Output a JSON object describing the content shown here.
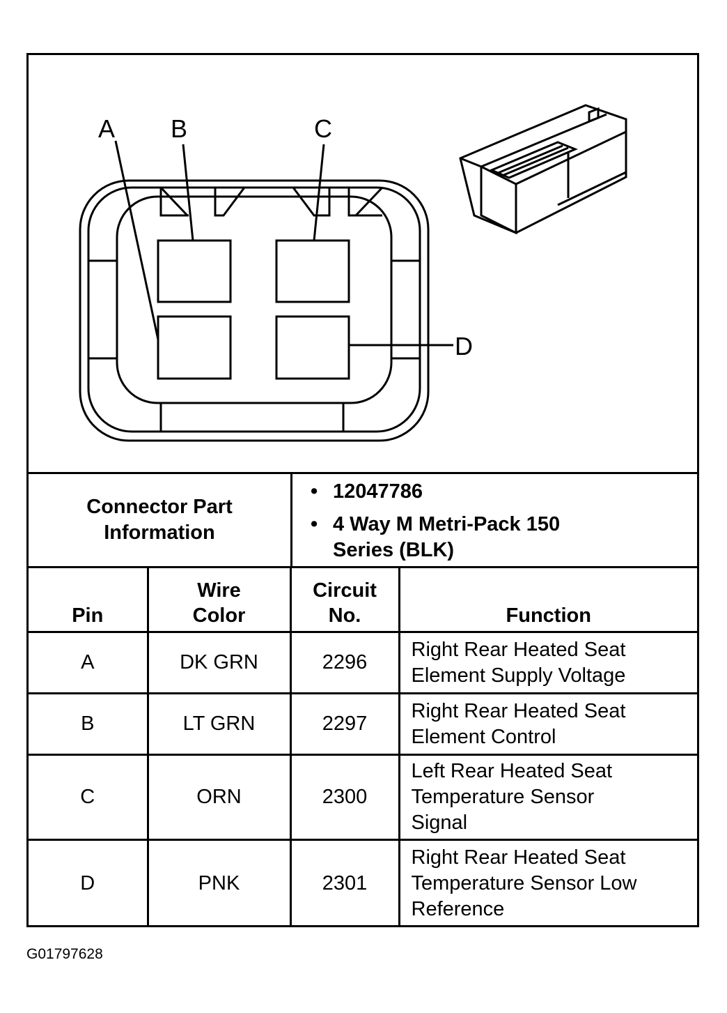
{
  "diagram": {
    "pin_letters": [
      "A",
      "B",
      "C",
      "D"
    ]
  },
  "connector_info": {
    "label": "Connector Part Information",
    "items": [
      "12047786",
      "4 Way M Metri-Pack 150 Series (BLK)"
    ]
  },
  "pin_table": {
    "headers": [
      "Pin",
      "Wire Color",
      "Circuit No.",
      "Function"
    ],
    "rows": [
      {
        "pin": "A",
        "wire_color": "DK GRN",
        "circuit": "2296",
        "function": "Right Rear Heated Seat Element Supply Voltage"
      },
      {
        "pin": "B",
        "wire_color": "LT GRN",
        "circuit": "2297",
        "function": "Right Rear Heated Seat Element Control"
      },
      {
        "pin": "C",
        "wire_color": "ORN",
        "circuit": "2300",
        "function": "Left Rear Heated Seat Temperature Sensor Signal"
      },
      {
        "pin": "D",
        "wire_color": "PNK",
        "circuit": "2301",
        "function": "Right Rear Heated Seat Temperature Sensor Low Reference"
      }
    ]
  },
  "caption": "G01797628"
}
